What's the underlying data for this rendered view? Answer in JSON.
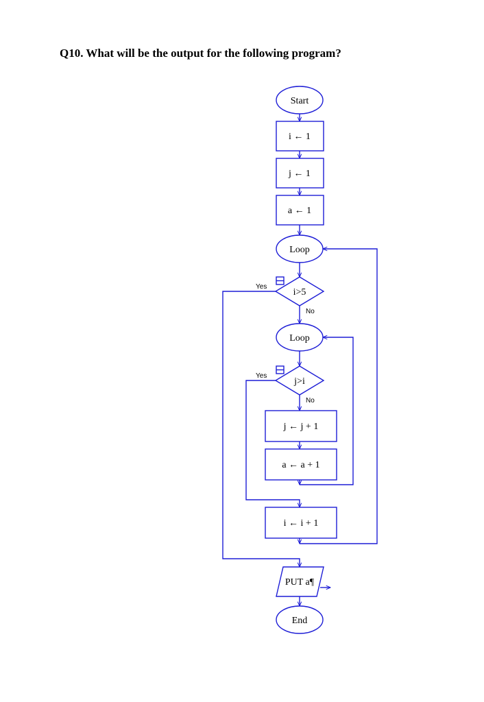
{
  "question": "Q10. What will be the output for the following program?",
  "colors": {
    "stroke": "#1d1dd6",
    "text": "#000000"
  },
  "nodes": {
    "start": "Start",
    "init_i": "i ← 1",
    "init_j": "j ← 1",
    "init_a": "a ← 1",
    "outer_loop": "Loop",
    "cond_outer": "i>5",
    "inner_loop": "Loop",
    "cond_inner": "j>i",
    "inc_j": "j ← j + 1",
    "inc_a": "a ← a + 1",
    "inc_i": "i ← i + 1",
    "output": "PUT a¶",
    "end": "End"
  },
  "labels": {
    "outer_yes": "Yes",
    "outer_no": "No",
    "inner_yes": "Yes",
    "inner_no": "No"
  }
}
